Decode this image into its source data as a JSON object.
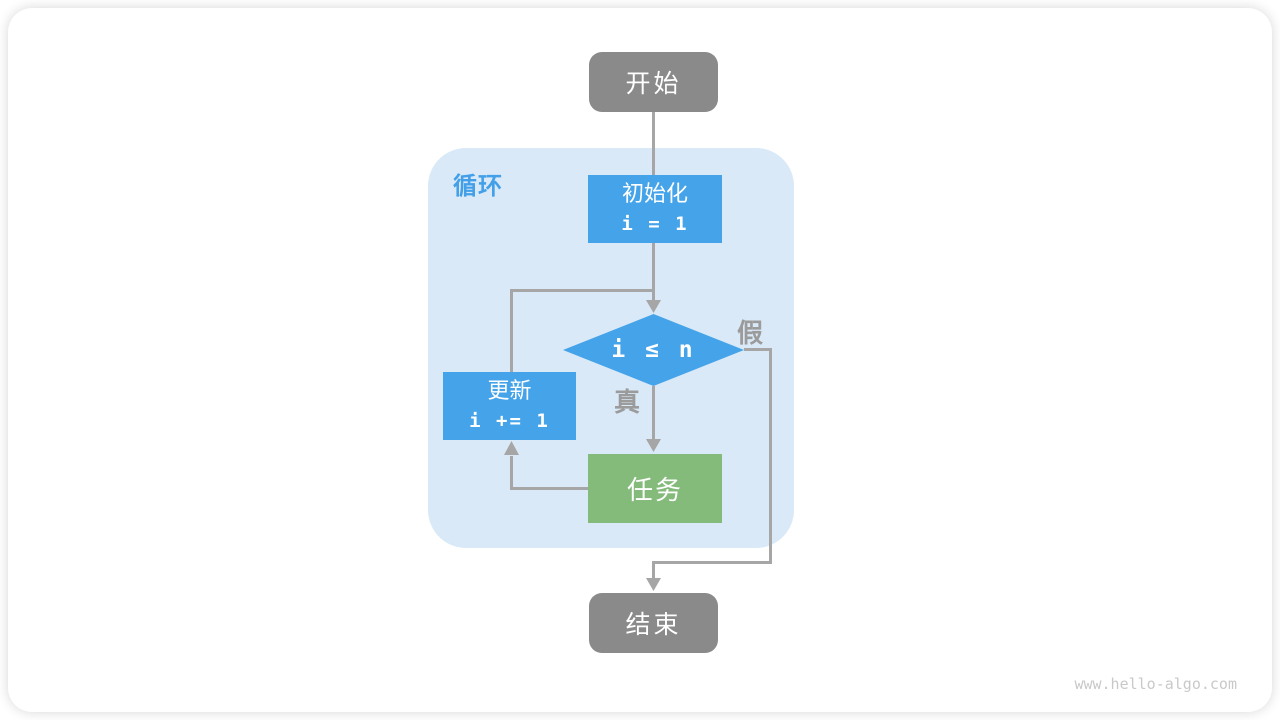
{
  "page": {
    "watermark": "www.hello-algo.com"
  },
  "diagram": {
    "type": "flowchart",
    "loop_container": {
      "label": "循环"
    },
    "nodes": {
      "start": {
        "label": "开始",
        "shape": "rounded-terminal"
      },
      "init": {
        "title": "初始化",
        "code": "i = 1",
        "shape": "process"
      },
      "condition": {
        "label": "i ≤ n",
        "shape": "diamond"
      },
      "update": {
        "title": "更新",
        "code": "i += 1",
        "shape": "process"
      },
      "task": {
        "label": "任务",
        "shape": "process"
      },
      "end": {
        "label": "结束",
        "shape": "rounded-terminal"
      }
    },
    "edge_labels": {
      "true": "真",
      "false": "假"
    },
    "colors": {
      "process_blue": "#45A3E9",
      "task_green": "#84BB7B",
      "terminal_gray": "#8A8A8A",
      "loop_background": "#D9E9F8",
      "loop_label_blue": "#43A0E8",
      "arrow_gray": "#A6A6A6",
      "edge_label_gray": "#9B9B9B"
    }
  }
}
